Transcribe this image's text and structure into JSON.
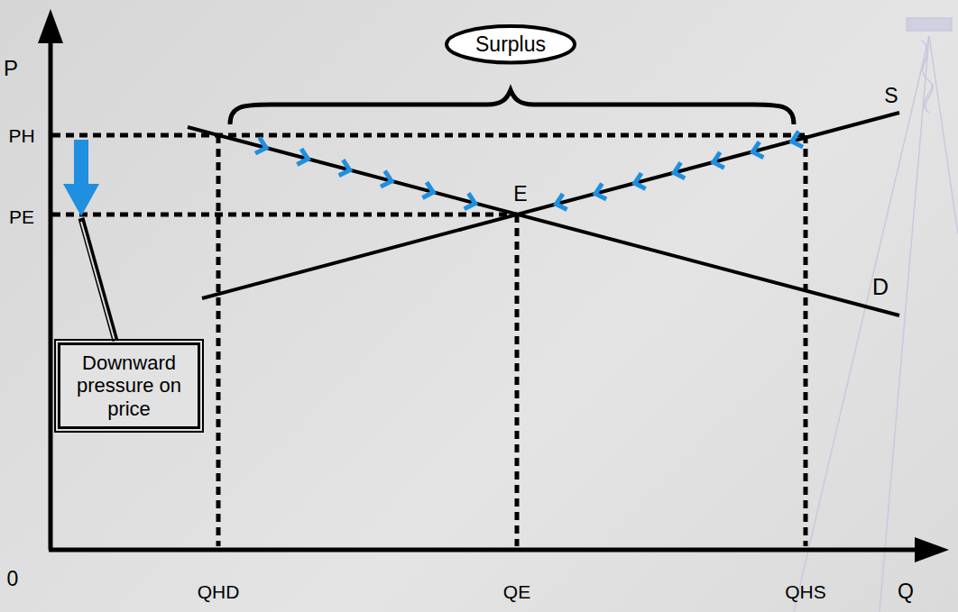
{
  "diagram": {
    "nodes": [
      {
        "text": [
          "Surplus"
        ]
      },
      {
        "text": [
          "Downward pressure on price"
        ]
      }
    ],
    "labels": [
      "P",
      "PH",
      "PE",
      "0",
      "QHD",
      "QE",
      "QHS",
      "Q",
      "E",
      "S",
      "D"
    ]
  }
}
